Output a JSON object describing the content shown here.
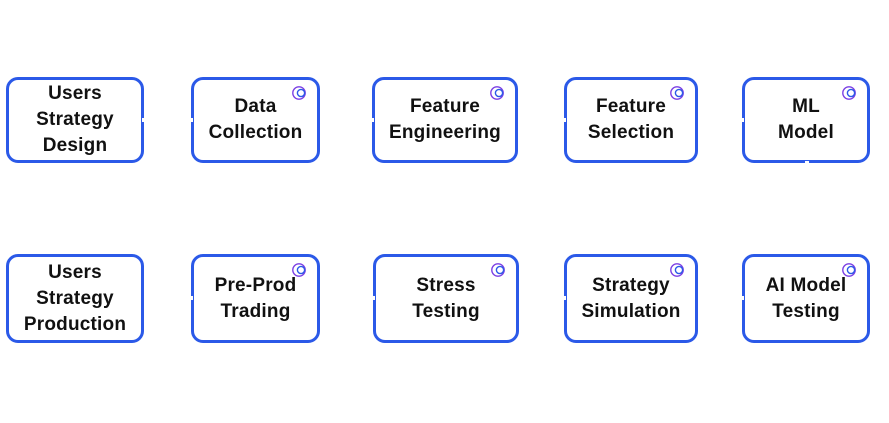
{
  "diagram": {
    "accent_color": "#2b59e8",
    "icon_color": "#7b3fe4",
    "rows": [
      {
        "nodes": [
          {
            "label": "Users\nStrategy\nDesign",
            "icon": ""
          },
          {
            "label": "Data\nCollection",
            "icon": "loop-icon"
          },
          {
            "label": "Feature\nEngineering",
            "icon": "loop-icon"
          },
          {
            "label": "Feature\nSelection",
            "icon": "loop-icon"
          },
          {
            "label": "ML\nModel",
            "icon": "loop-icon"
          }
        ]
      },
      {
        "nodes": [
          {
            "label": "Users\nStrategy\nProduction",
            "icon": ""
          },
          {
            "label": "Pre-Prod\nTrading",
            "icon": "loop-icon"
          },
          {
            "label": "Stress\nTesting",
            "icon": "loop-icon"
          },
          {
            "label": "Strategy\nSimulation",
            "icon": "loop-icon"
          },
          {
            "label": "AI Model\nTesting",
            "icon": "loop-icon"
          }
        ]
      }
    ]
  }
}
